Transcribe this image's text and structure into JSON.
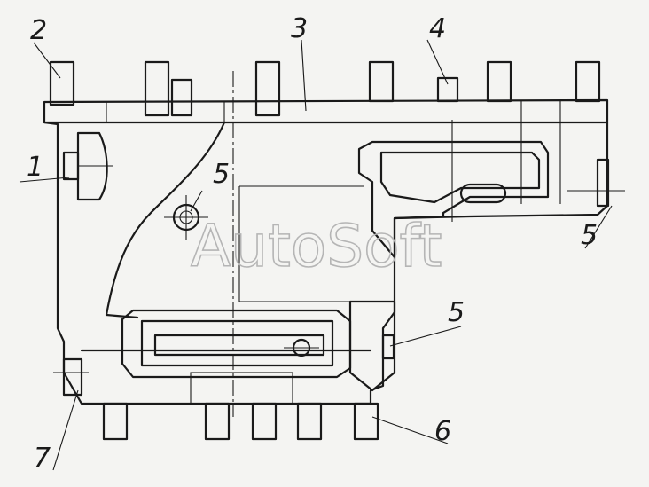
{
  "watermark": "AutoSoft",
  "callouts": {
    "c1": "1",
    "c2": "2",
    "c3": "3",
    "c4": "4",
    "c5a": "5",
    "c5b": "5",
    "c5c": "5",
    "c6": "6",
    "c7": "7"
  }
}
